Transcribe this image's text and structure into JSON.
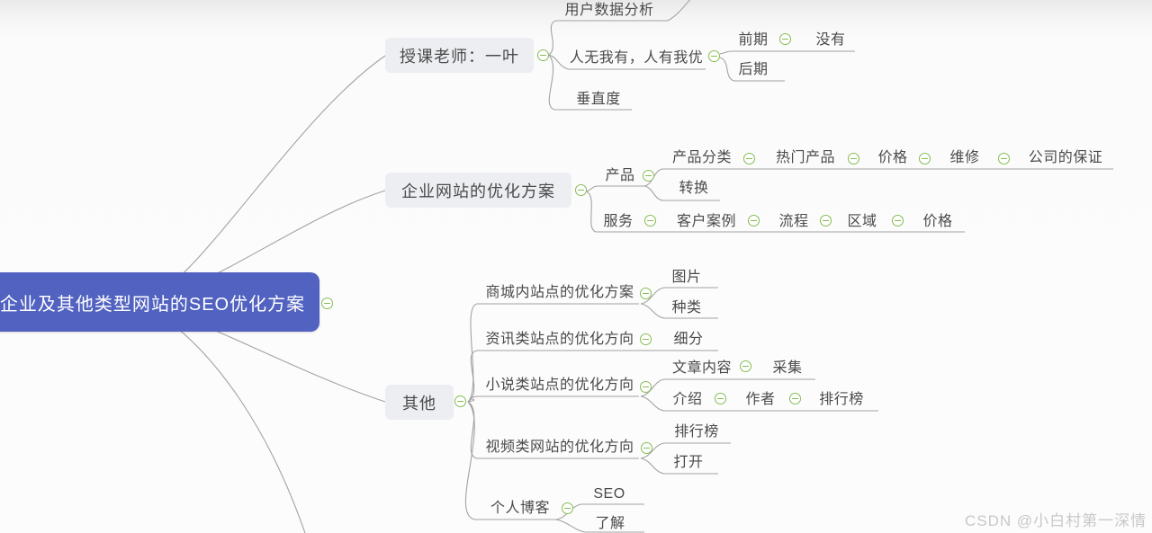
{
  "app": {
    "type": "mindmap-viewer"
  },
  "colors": {
    "root_bg": "#5162c0",
    "root_text": "#ffffff",
    "branch_bg": "#edeef2",
    "topic_text": "#4a4a4a",
    "line": "#a2a2a2",
    "collapse_icon_green": "#85bc52",
    "watermark_text": "#c8c8c8"
  },
  "watermark": "CSDN @小白村第一深情",
  "nodes": {
    "root": "企业及其他类型网站的SEO优化方案",
    "teacher": "授课老师：一叶",
    "user_data": "用户数据分析",
    "ren_wu_wo_you": "人无我有，人有我优",
    "qianqi": "前期",
    "meiyou": "没有",
    "houqi": "后期",
    "chuizhidu": "垂直度",
    "qiye": "企业网站的优化方案",
    "chanpin": "产品",
    "chanpin_fenlei": "产品分类",
    "remen_chanpin": "热门产品",
    "jiage_1": "价格",
    "weixiu": "维修",
    "gongsi_baozheng": "公司的保证",
    "zhuanhuan": "转换",
    "fuwu": "服务",
    "kehu_anli": "客户案例",
    "liucheng": "流程",
    "quyu": "区域",
    "jiage_2": "价格",
    "qita": "其他",
    "shangcheng": "商城内站点的优化方案",
    "tupian": "图片",
    "zhonglei": "种类",
    "zixun": "资讯类站点的优化方向",
    "xifen": "细分",
    "xiaoshuo": "小说类站点的优化方向",
    "wenzhang_neirong": "文章内容",
    "caiji": "采集",
    "jieshao": "介绍",
    "zuozhe": "作者",
    "paihangbang_1": "排行榜",
    "shipin": "视频类网站的优化方向",
    "paihangbang_2": "排行榜",
    "dakai": "打开",
    "geren_boke": "个人博客",
    "seo": "SEO",
    "liaojie": "了解"
  }
}
